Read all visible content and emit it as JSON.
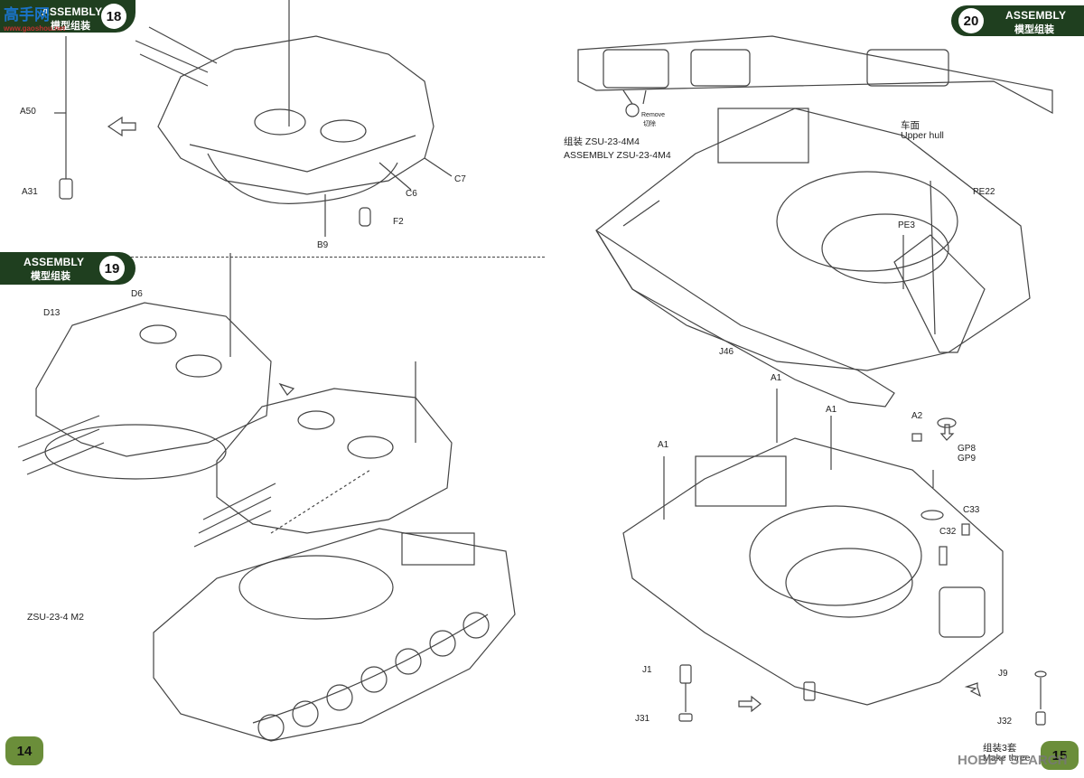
{
  "watermark_top": {
    "logo": "高手网",
    "url": "www.gaoshou.net"
  },
  "step18": {
    "title_en": "ASSEMBLY",
    "title_cn": "模型组装",
    "number": "18",
    "labels": {
      "a50": "A50",
      "a31": "A31",
      "c7": "C7",
      "c6": "C6",
      "f2": "F2",
      "b9": "B9"
    }
  },
  "step19": {
    "title_en": "ASSEMBLY",
    "title_cn": "模型组装",
    "number": "19",
    "labels": {
      "d13": "D13",
      "d6": "D6"
    },
    "variant": "ZSU-23-4 M2"
  },
  "step20": {
    "title_en": "ASSEMBLY",
    "title_cn": "模型组装",
    "number": "20",
    "remove_en": "Remove",
    "remove_cn": "切除",
    "assembly_cn": "组装 ZSU-23-4M4",
    "assembly_en": "ASSEMBLY ZSU-23-4M4",
    "upper_hull_cn": "车面",
    "upper_hull_en": "Upper hull",
    "labels": {
      "pe22": "PE22",
      "pe3": "PE3",
      "j46": "J46",
      "a1_left": "A1",
      "a1_mid": "A1",
      "a1_right": "A1",
      "a2": "A2",
      "gp8": "GP8",
      "gp9": "GP9",
      "c33": "C33",
      "c32": "C32",
      "j1": "J1",
      "j31": "J31",
      "j9": "J9",
      "j32": "J32"
    },
    "make_sets_cn": "组装3套",
    "make_sets_en": "Make three"
  },
  "page_left": "14",
  "page_right": "15",
  "watermark_bottom": "HOBBY SEARCH",
  "colors": {
    "tab": "#1f3f1f",
    "line": "#444444",
    "page_bg": "#6b8e3a"
  }
}
